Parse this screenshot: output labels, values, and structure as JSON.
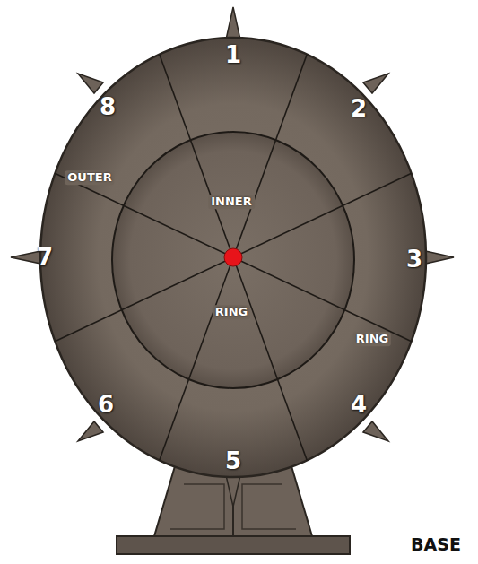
{
  "diagram": {
    "labels": [
      "1",
      "2",
      "3",
      "4",
      "5",
      "6",
      "7",
      "8",
      "OUTER",
      "INNER",
      "RING",
      "RING",
      "BASE"
    ]
  }
}
